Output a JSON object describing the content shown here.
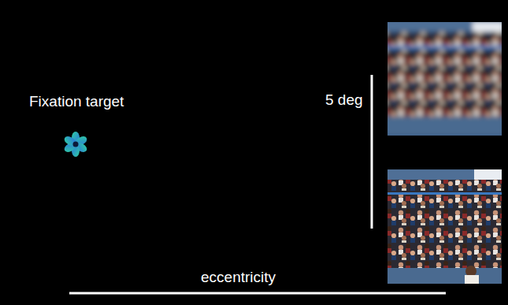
{
  "diagram": {
    "labels": [
      "Fixation target",
      "5 deg",
      "eccentricity"
    ]
  }
}
